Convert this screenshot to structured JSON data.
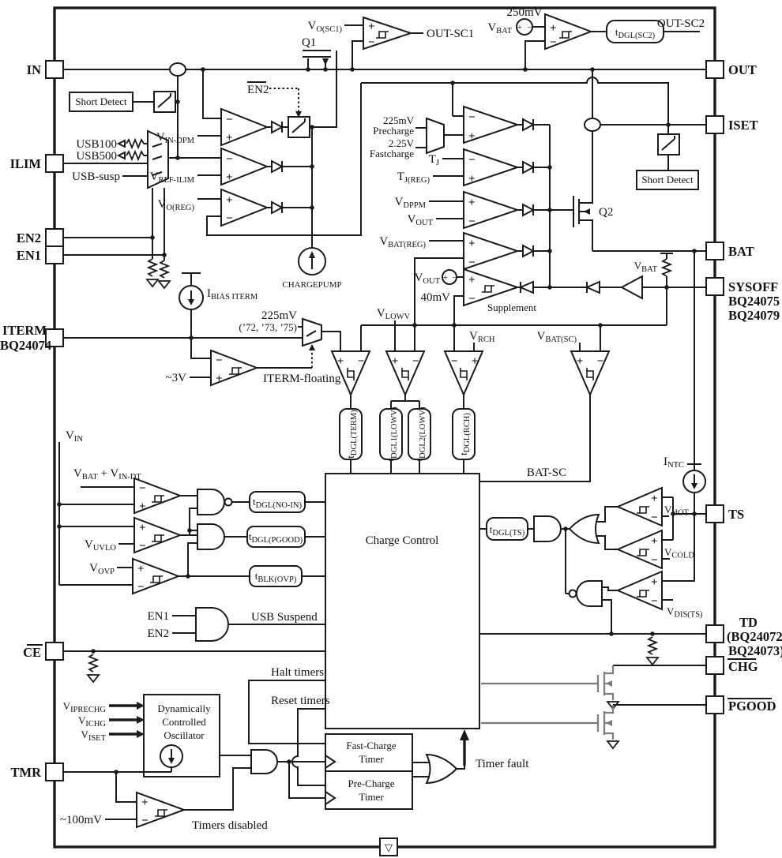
{
  "colors": {
    "line": "#1a1a1a",
    "gray_fet": "#7b7b7b",
    "background": "#ffffff"
  },
  "sym": {
    "plus": "+",
    "minus": "−",
    "pad": "▽"
  },
  "pins": {
    "in": "IN",
    "ilim": "ILIM",
    "en2": "EN2",
    "en1": "EN1",
    "iterm": "ITERM",
    "iterm_variant": "BQ24074",
    "ce": "CE",
    "tmr": "TMR",
    "out": "OUT",
    "iset": "ISET",
    "bat": "BAT",
    "sysoff": "SYSOFF",
    "sysoff_v1": "BQ24075",
    "sysoff_v2": "BQ24079",
    "ts": "TS",
    "td": "TD",
    "td_v1": "(BQ24072,",
    "td_v2": "BQ24073)",
    "chg": "CHG",
    "pgood": "PGOOD"
  },
  "blocks": {
    "short_detect_in": "Short Detect",
    "short_detect_iset": "Short Detect",
    "charge_control": "Charge Control",
    "chargepump": "CHARGEPUMP",
    "osc_l1": "Dynamically",
    "osc_l2": "Controlled",
    "osc_l3": "Oscillator",
    "fast_l1": "Fast-Charge",
    "fast_l2": "Timer",
    "pre_l1": "Pre-Charge",
    "pre_l2": "Timer",
    "supplement": "Supplement"
  },
  "sig": {
    "q1": "Q1",
    "q2": "Q2",
    "en2_ctl": "EN2",
    "usb100": "USB100",
    "usb500": "USB500",
    "usb_susp": "USB-susp",
    "v_in_dpm": {
      "m": "V",
      "s": "IN-DPM"
    },
    "v_ref_ilim": {
      "m": "V",
      "s": "REF-ILIM"
    },
    "v_o_reg": {
      "m": "V",
      "s": "O(REG)"
    },
    "v_o_sc1": {
      "m": "V",
      "s": "O(SC1)"
    },
    "out_sc1": "OUT-SC1",
    "v_bat": {
      "m": "V",
      "s": "BAT"
    },
    "mv250": "250mV",
    "t_dgl_sc2": {
      "m": "t",
      "s": "DGL(SC2)"
    },
    "out_sc2": "OUT-SC2",
    "mv225": "225mV",
    "precharge": "Precharge",
    "v2_25": "2.25V",
    "fastcharge": "Fastcharge",
    "t_j": {
      "m": "T",
      "s": "J"
    },
    "t_j_reg": {
      "m": "T",
      "s": "J(REG)"
    },
    "v_dppm": {
      "m": "V",
      "s": "DPPM"
    },
    "v_out": {
      "m": "V",
      "s": "OUT"
    },
    "v_bat_reg": {
      "m": "V",
      "s": "BAT(REG)"
    },
    "mv40": "40mV",
    "i_bias_iterm": {
      "m": "I",
      "s": "BIAS ITERM"
    },
    "variants": "(’72, ’73, ’75)",
    "v3": "~3V",
    "iterm_floating": "ITERM-floating",
    "v_lowv": {
      "m": "V",
      "s": "LOWV"
    },
    "v_rch": {
      "m": "V",
      "s": "RCH"
    },
    "v_bat_sc": {
      "m": "V",
      "s": "BAT(SC)"
    },
    "t_dgl_term": {
      "m": "t",
      "s": "DGL(TERM)"
    },
    "t_dgl1_lowv": {
      "m": "t",
      "s": "DGL1(LOWV)"
    },
    "t_dgl2_lowv": {
      "m": "t",
      "s": "DGL2(LOWV)"
    },
    "t_dgl_rch": {
      "m": "t",
      "s": "DGL(RCH)"
    },
    "bat_sc": "BAT-SC",
    "t_dgl_ts": {
      "m": "t",
      "s": "DGL(TS)"
    },
    "v_in": {
      "m": "V",
      "s": "IN"
    },
    "v_bat_vin_dt": {
      "m": "V",
      "s": "BAT",
      "mid": " + V",
      "s2": "IN-DT"
    },
    "v_uvlo": {
      "m": "V",
      "s": "UVLO"
    },
    "v_ovp": {
      "m": "V",
      "s": "OVP"
    },
    "t_dgl_no_in": {
      "m": "t",
      "s": "DGL(NO-IN)"
    },
    "t_dgl_pgood": {
      "m": "t",
      "s": "DGL(PGOOD)"
    },
    "t_blk_ovp": {
      "m": "t",
      "s": "BLK(OVP)"
    },
    "en1": "EN1",
    "en2": "EN2",
    "usb_suspend": "USB Suspend",
    "halt": "Halt timers",
    "reset": "Reset timers",
    "v_iprechg": {
      "m": "V",
      "s": "IPRECHG"
    },
    "v_ichg": {
      "m": "V",
      "s": "ICHG"
    },
    "v_iset": {
      "m": "V",
      "s": "ISET"
    },
    "mv100": "~100mV",
    "timers_disabled": "Timers disabled",
    "timer_fault": "Timer fault",
    "i_ntc": {
      "m": "I",
      "s": "NTC"
    },
    "v_hot": {
      "m": "V",
      "s": "HOT"
    },
    "v_cold": {
      "m": "V",
      "s": "COLD"
    },
    "v_dis_ts": {
      "m": "V",
      "s": "DIS(TS)"
    }
  }
}
